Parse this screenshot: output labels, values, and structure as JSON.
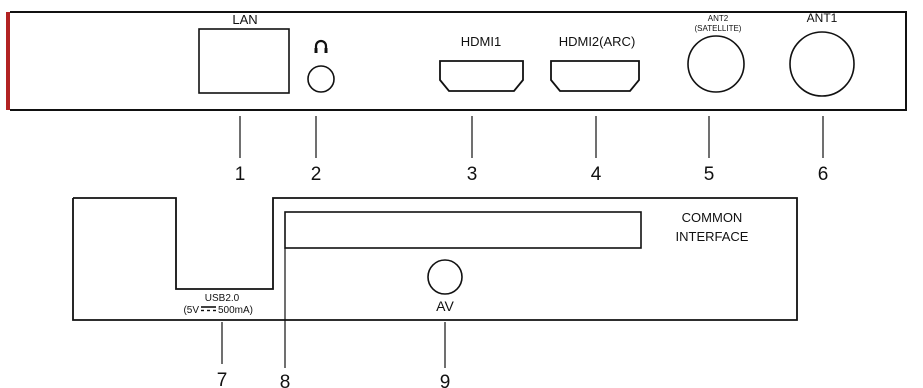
{
  "top_panel": {
    "lan_label": "LAN",
    "hdmi1_label": "HDMI1",
    "hdmi2_label": "HDMI2(ARC)",
    "ant2_label": "ANT2",
    "ant2_sub_label": "(SATELLITE)",
    "ant1_label": "ANT1",
    "headphone_symbol": "headphone-icon",
    "accent_color": "#b22222"
  },
  "bottom_panel": {
    "usb_label": "USB2.0",
    "usb_rating_prefix": "(5V",
    "usb_rating_suffix": "500mA)",
    "ci_label_line1": "COMMON",
    "ci_label_line2": "INTERFACE",
    "av_label": "AV"
  },
  "callouts": [
    "1",
    "2",
    "3",
    "4",
    "5",
    "6",
    "7",
    "8",
    "9"
  ]
}
